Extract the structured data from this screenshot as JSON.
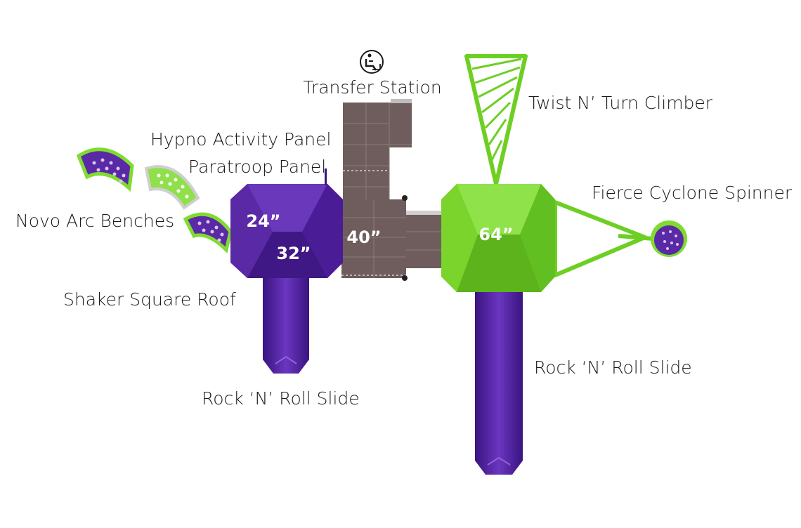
{
  "labels": {
    "transfer_station": "Transfer Station",
    "twist_turn_climber": "Twist N’ Turn Climber",
    "hypno_activity_panel": "Hypno Activity Panel",
    "paratroop_panel": "Paratroop Panel",
    "fierce_cyclone_spinner": "Fierce Cyclone Spinner",
    "novo_arc_benches": "Novo Arc Benches",
    "shaker_square_roof": "Shaker Square Roof",
    "rock_roll_slide_left": "Rock ‘N’ Roll Slide",
    "rock_roll_slide_right": "Rock ‘N’ Roll Slide"
  },
  "deck_heights": {
    "purple_upper": "24”",
    "purple_lower": "32”",
    "center": "40”",
    "green": "64”"
  },
  "colors": {
    "purple": "#5a2aa6",
    "purple_dark": "#40178a",
    "green": "#7fdc2e",
    "green_dark": "#5cb31c",
    "deck_brown": "#6e5d5c",
    "text": "#1a1a1a"
  },
  "icons": {
    "transfer_station": "accessibility-icon"
  }
}
